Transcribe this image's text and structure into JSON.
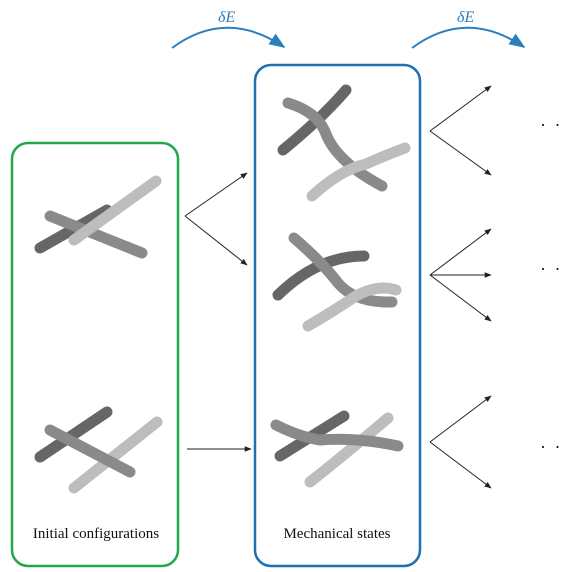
{
  "panels": {
    "initial": {
      "label": "Initial configurations",
      "border_color": "#22a84a"
    },
    "mechanical": {
      "label": "Mechanical states",
      "border_color": "#1f6fb5"
    }
  },
  "energy_step": {
    "label": "δE",
    "color": "#2a7fc1"
  },
  "continuation": "· · ·",
  "fiber_colors": {
    "dark": "#6b6b6b",
    "mid": "#8e8e8e",
    "light": "#bcbcbc"
  }
}
